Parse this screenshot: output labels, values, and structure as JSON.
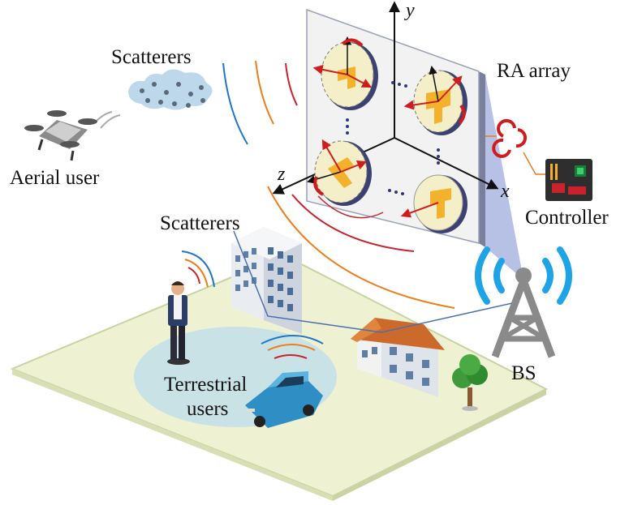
{
  "labels": {
    "scatterers_air": "Scatterers",
    "aerial_user": "Aerial user",
    "ra_array": "RA array",
    "controller": "Controller",
    "scatterers_ground": "Scatterers",
    "terrestrial_line1": "Terrestrial",
    "terrestrial_line2": "users",
    "bs": "BS"
  },
  "axes": {
    "x": "x",
    "y": "y",
    "z": "z"
  },
  "colors": {
    "ground": "#eef2d2",
    "ground_edge": "#c9d3a2",
    "panel": "#f2f2f2",
    "panel_side": "#7a7f9c",
    "element_fill": "#f4efc8",
    "element_shape": "#f3b12c",
    "arrow_red": "#d01c1c",
    "wave_blue": "#1f77c9",
    "wave_orange": "#ee7d1a",
    "wave_red": "#c8232c",
    "bs_blue": "#1ea3e6",
    "bs_grey": "#8a8a8a",
    "link_blue": "#4a6fb0"
  }
}
